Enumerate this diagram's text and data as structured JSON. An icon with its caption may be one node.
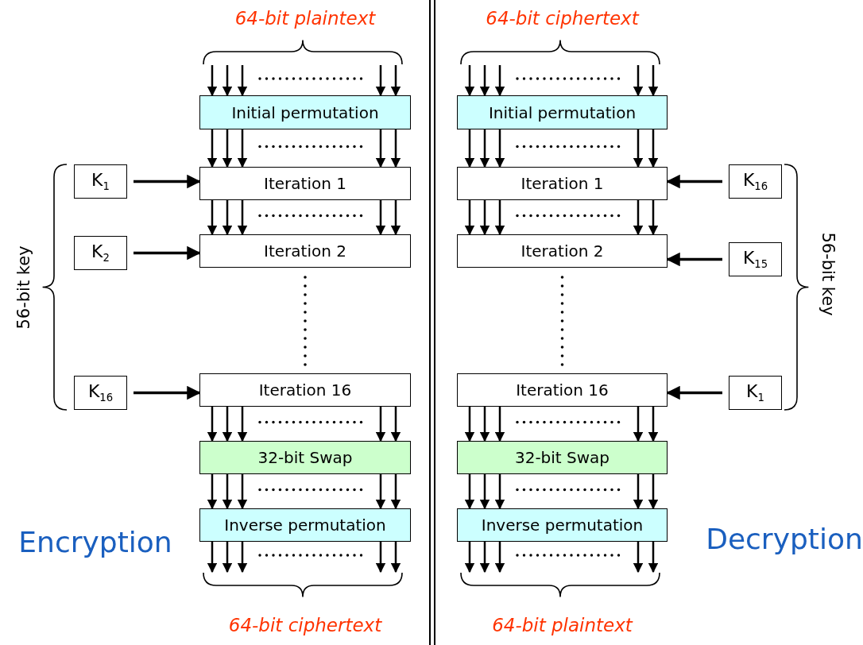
{
  "diagram": {
    "nodes": [
      {
        "text": [
          "Initial permutation"
        ]
      },
      {
        "text": [
          "Iteration 1"
        ]
      },
      {
        "text": [
          "Iteration 2"
        ]
      },
      {
        "text": [
          "Iteration 16"
        ]
      },
      {
        "text": [
          "32-bit Swap"
        ]
      },
      {
        "text": [
          "Inverse permutation"
        ]
      },
      {
        "text": [
          "K$_{1}$"
        ]
      },
      {
        "text": [
          "K$_{2}$"
        ]
      },
      {
        "text": [
          "K$_{16}$"
        ]
      },
      {
        "text": [
          "Initial permutation"
        ]
      },
      {
        "text": [
          "Iteration 1"
        ]
      },
      {
        "text": [
          "Iteration 2"
        ]
      },
      {
        "text": [
          "Iteration 16"
        ]
      },
      {
        "text": [
          "32-bit Swap"
        ]
      },
      {
        "text": [
          "Inverse permutation"
        ]
      },
      {
        "text": [
          "K$_{16}$"
        ]
      },
      {
        "text": [
          "K$_{15}$"
        ]
      },
      {
        "text": [
          "K$_{1}$"
        ]
      },
      {
        "text": [
          "64-bit plaintext"
        ]
      },
      {
        "text": [
          "64-bit ciphertext"
        ]
      },
      {
        "text": [
          "64-bit ciphertext"
        ]
      },
      {
        "text": [
          "64-bit plaintext"
        ]
      }
    ],
    "edges": [
      {
        "from": 18,
        "to": 0,
        "arrow": "to"
      },
      {
        "from": 18,
        "to": 0,
        "arrow": "to"
      },
      {
        "from": 18,
        "to": 0,
        "arrow": "to"
      },
      {
        "from": 18,
        "to": 0,
        "arrow": "to"
      },
      {
        "from": 18,
        "to": 0,
        "arrow": "to"
      },
      {
        "from": 0,
        "to": 1,
        "arrow": "to"
      },
      {
        "from": 0,
        "to": 1,
        "arrow": "to"
      },
      {
        "from": 0,
        "to": 1,
        "arrow": "to"
      },
      {
        "from": 0,
        "to": 1,
        "arrow": "to"
      },
      {
        "from": 0,
        "to": 1,
        "arrow": "to"
      },
      {
        "from": 1,
        "to": 2,
        "arrow": "to"
      },
      {
        "from": 1,
        "to": 2,
        "arrow": "to"
      },
      {
        "from": 1,
        "to": 2,
        "arrow": "to"
      },
      {
        "from": 1,
        "to": 2,
        "arrow": "to"
      },
      {
        "from": 1,
        "to": 2,
        "arrow": "to"
      },
      {
        "from": 3,
        "to": 4,
        "arrow": "to"
      },
      {
        "from": 3,
        "to": 4,
        "arrow": "to"
      },
      {
        "from": 3,
        "to": 4,
        "arrow": "to"
      },
      {
        "from": 3,
        "to": 4,
        "arrow": "to"
      },
      {
        "from": 3,
        "to": 4,
        "arrow": "to"
      },
      {
        "from": 4,
        "to": 5,
        "arrow": "to"
      },
      {
        "from": 4,
        "to": 5,
        "arrow": "to"
      },
      {
        "from": 4,
        "to": 5,
        "arrow": "to"
      },
      {
        "from": 4,
        "to": 5,
        "arrow": "to"
      },
      {
        "from": 4,
        "to": 5,
        "arrow": "to"
      },
      {
        "from": 5,
        "to": 20,
        "arrow": "to"
      },
      {
        "from": 5,
        "to": 20,
        "arrow": "to"
      },
      {
        "from": 5,
        "to": 20,
        "arrow": "to"
      },
      {
        "from": 5,
        "to": 20,
        "arrow": "to"
      },
      {
        "from": 5,
        "to": 20,
        "arrow": "to"
      },
      {
        "from": 6,
        "to": 1,
        "arrow": "to"
      },
      {
        "from": 7,
        "to": 2,
        "arrow": "to"
      },
      {
        "from": 8,
        "to": 3,
        "arrow": "to"
      },
      {
        "from": 19,
        "to": 9,
        "arrow": "to"
      },
      {
        "from": 19,
        "to": 9,
        "arrow": "to"
      },
      {
        "from": 19,
        "to": 9,
        "arrow": "to"
      },
      {
        "from": 19,
        "to": 9,
        "arrow": "to"
      },
      {
        "from": 19,
        "to": 9,
        "arrow": "to"
      },
      {
        "from": 9,
        "to": 10,
        "arrow": "to"
      },
      {
        "from": 9,
        "to": 10,
        "arrow": "to"
      },
      {
        "from": 9,
        "to": 10,
        "arrow": "to"
      },
      {
        "from": 9,
        "to": 10,
        "arrow": "to"
      },
      {
        "from": 9,
        "to": 10,
        "arrow": "to"
      },
      {
        "from": 10,
        "to": 11,
        "arrow": "to"
      },
      {
        "from": 10,
        "to": 11,
        "arrow": "to"
      },
      {
        "from": 10,
        "to": 11,
        "arrow": "to"
      },
      {
        "from": 10,
        "to": 11,
        "arrow": "to"
      },
      {
        "from": 10,
        "to": 11,
        "arrow": "to"
      },
      {
        "from": 12,
        "to": 13,
        "arrow": "to"
      },
      {
        "from": 12,
        "to": 13,
        "arrow": "to"
      },
      {
        "from": 12,
        "to": 13,
        "arrow": "to"
      },
      {
        "from": 12,
        "to": 13,
        "arrow": "to"
      },
      {
        "from": 12,
        "to": 13,
        "arrow": "to"
      },
      {
        "from": 13,
        "to": 14,
        "arrow": "to"
      },
      {
        "from": 13,
        "to": 14,
        "arrow": "to"
      },
      {
        "from": 13,
        "to": 14,
        "arrow": "to"
      },
      {
        "from": 13,
        "to": 14,
        "arrow": "to"
      },
      {
        "from": 13,
        "to": 14,
        "arrow": "to"
      },
      {
        "from": 14,
        "to": 21,
        "arrow": "to"
      },
      {
        "from": 14,
        "to": 21,
        "arrow": "to"
      },
      {
        "from": 14,
        "to": 21,
        "arrow": "to"
      },
      {
        "from": 14,
        "to": 21,
        "arrow": "to"
      },
      {
        "from": 14,
        "to": 21,
        "arrow": "to"
      },
      {
        "from": 15,
        "to": 10,
        "arrow": "to"
      },
      {
        "from": 16,
        "to": 11,
        "arrow": "to"
      },
      {
        "from": 17,
        "to": 12,
        "arrow": "to"
      }
    ],
    "labels": [
      "56-bit key",
      "56-bit key",
      "Encryption",
      "Decryption"
    ]
  }
}
